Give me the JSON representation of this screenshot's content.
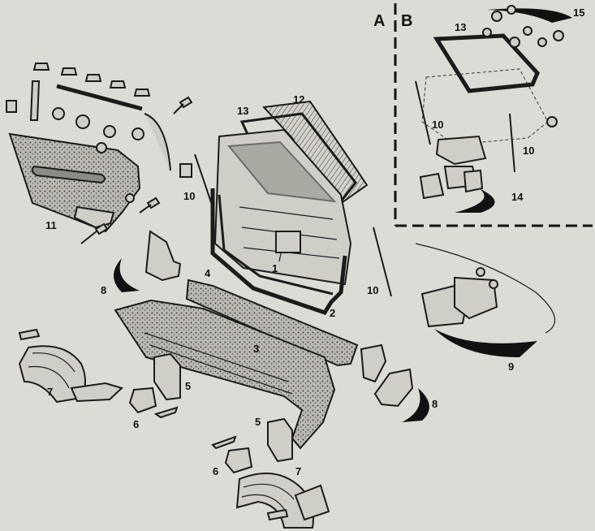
{
  "sections": {
    "a": "A",
    "b": "B"
  },
  "callouts": {
    "n1": "1",
    "n2": "2",
    "n3": "3",
    "n4": "4",
    "n5a": "5",
    "n5b": "5",
    "n6a": "6",
    "n6b": "6",
    "n7a": "7",
    "n7b": "7",
    "n8a": "8",
    "n8b": "8",
    "n9": "9",
    "n10a": "10",
    "n10b": "10",
    "n10c": "10",
    "n10d": "10",
    "n11": "11",
    "n12": "12",
    "n13a": "13",
    "n13b": "13",
    "n14": "14",
    "n15": "15"
  },
  "colors": {
    "paper": "#dcdcd6",
    "ink": "#1b1b1b",
    "part": "#cfcfc8"
  }
}
